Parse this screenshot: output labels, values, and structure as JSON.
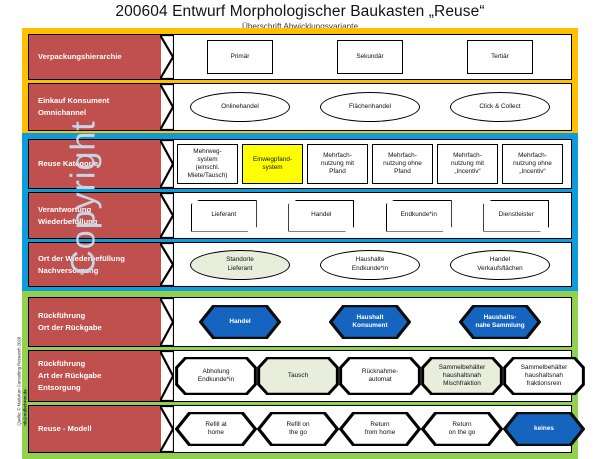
{
  "title": "200604 Entwurf Morphologischer Baukasten „Reuse“",
  "subtitle": "Überschrift Abwicklungsvariante",
  "watermark": "Copyright",
  "source": {
    "line1": "Quelle: © NuduKon Consulting Research 2020",
    "line2": "nk@nulbchron.de"
  },
  "colors": {
    "group_orange": "#FFC000",
    "group_blue": "#0E9BDB",
    "group_green": "#92D050",
    "label_red": "#C0504D",
    "highlight_yellow": "#FFFF00",
    "hex_blue": "#1565C0",
    "sage": "#E8EDDC"
  },
  "groups": [
    {
      "name": "group-orange",
      "border_color": "#FFC000",
      "rows": [
        {
          "label": [
            "Verpackungshierarchie"
          ],
          "shape": "rect",
          "nodes": [
            {
              "text": [
                "Primär"
              ],
              "fill": "white"
            },
            {
              "text": [
                "Sekundär"
              ],
              "fill": "white"
            },
            {
              "text": [
                "Tertiär"
              ],
              "fill": "white"
            }
          ]
        },
        {
          "label": [
            "Einkauf Konsument",
            "Omnichannel"
          ],
          "shape": "ellipse",
          "nodes": [
            {
              "text": [
                "Onlinehandel"
              ],
              "fill": "white"
            },
            {
              "text": [
                "Flächenhandel"
              ],
              "fill": "white"
            },
            {
              "text": [
                "Click & Collect"
              ],
              "fill": "white"
            }
          ]
        }
      ]
    },
    {
      "name": "group-blue",
      "border_color": "#0E9BDB",
      "rows": [
        {
          "label": [
            "Reuse Kategorie"
          ],
          "shape": "rect",
          "nodes": [
            {
              "text": [
                "Mehrweg-",
                "system",
                "(einschl.",
                "Miete/Tausch)"
              ],
              "fill": "white"
            },
            {
              "text": [
                "Einwegpfand-",
                "system"
              ],
              "fill": "yellow"
            },
            {
              "text": [
                "Mehrfach-",
                "nutzung mit",
                "Pfand"
              ],
              "fill": "white"
            },
            {
              "text": [
                "Mehrfach-",
                "nutzung ohne",
                "Pfand"
              ],
              "fill": "white"
            },
            {
              "text": [
                "Mehrfach-",
                "nutzung mit",
                "„Incentiv“"
              ],
              "fill": "white"
            },
            {
              "text": [
                "Mehrfach-",
                "nutzung ohne",
                "„Incentiv“"
              ],
              "fill": "white"
            }
          ]
        },
        {
          "label": [
            "Verantwortung",
            "Wiederbefüllung"
          ],
          "shape": "snip-round-rect",
          "nodes": [
            {
              "text": [
                "Lieferant"
              ],
              "fill": "white"
            },
            {
              "text": [
                "Handel"
              ],
              "fill": "white"
            },
            {
              "text": [
                "Endkunde*in"
              ],
              "fill": "white"
            },
            {
              "text": [
                "Dienstleister"
              ],
              "fill": "white"
            }
          ]
        },
        {
          "label": [
            "Ort  der Wiederbefüllung",
            "Nachversorgung"
          ],
          "shape": "ellipse",
          "nodes": [
            {
              "text": [
                "Standorte",
                "Lieferant"
              ],
              "fill": "sage"
            },
            {
              "text": [
                "Haushalte",
                "Endkunde*in"
              ],
              "fill": "white"
            },
            {
              "text": [
                "Handel",
                "Verkaufsflächen"
              ],
              "fill": "white"
            }
          ]
        }
      ]
    },
    {
      "name": "group-green",
      "border_color": "#92D050",
      "rows": [
        {
          "label": [
            "Rückführung",
            "Ort der Rückgabe"
          ],
          "shape": "hexagon",
          "nodes": [
            {
              "text": [
                "Handel"
              ],
              "fill": "blue"
            },
            {
              "text": [
                "Haushalt",
                "Konsument"
              ],
              "fill": "blue"
            },
            {
              "text": [
                "Haushalts-",
                "nahe Sammlung"
              ],
              "fill": "blue"
            }
          ]
        },
        {
          "label": [
            "Rückführung",
            "Art der Rückgabe",
            "Entsorgung"
          ],
          "shape": "octagon",
          "nodes": [
            {
              "text": [
                "Abholung",
                "Endkunde*in"
              ],
              "fill": "white"
            },
            {
              "text": [
                "Tausch"
              ],
              "fill": "sage"
            },
            {
              "text": [
                "Rücknahme-",
                "automat"
              ],
              "fill": "white"
            },
            {
              "text": [
                "Sammelbehälter",
                "haushaltsnah",
                "Mischfraktion"
              ],
              "fill": "sage"
            },
            {
              "text": [
                "Sammelbehälter",
                "haushaltsnah",
                "fraktionsrein"
              ],
              "fill": "white"
            }
          ]
        },
        {
          "label": [
            "Reuse - Modell"
          ],
          "shape": "hexagon",
          "nodes": [
            {
              "text": [
                "Refill at",
                "home"
              ],
              "fill": "white"
            },
            {
              "text": [
                "Refill on",
                "the go"
              ],
              "fill": "white"
            },
            {
              "text": [
                "Return",
                "from home"
              ],
              "fill": "white"
            },
            {
              "text": [
                "Return",
                "on the go"
              ],
              "fill": "white"
            },
            {
              "text": [
                "keines"
              ],
              "fill": "blue"
            }
          ]
        }
      ]
    }
  ]
}
